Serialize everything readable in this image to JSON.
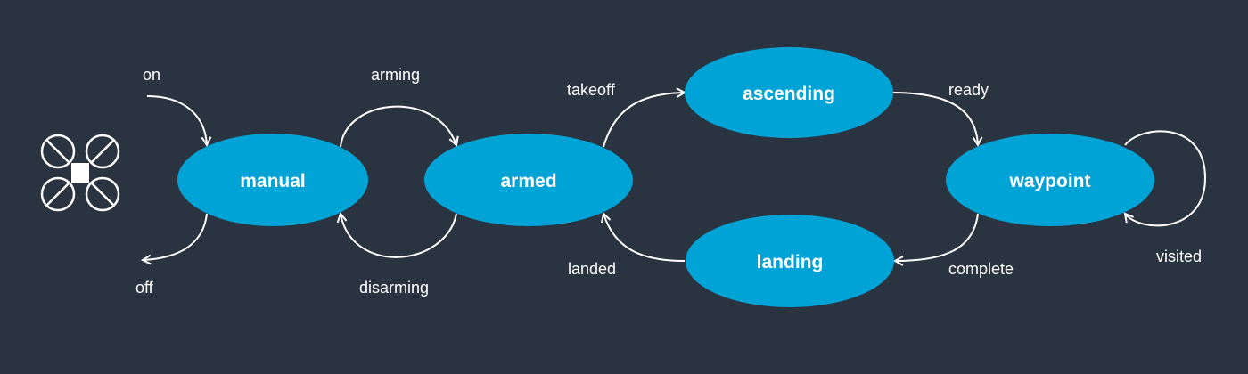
{
  "colors": {
    "background": "#2a3440",
    "state_fill": "#00a3d6",
    "state_text": "#ffffff",
    "edge": "#ffffff"
  },
  "icon": "quadcopter-drone-icon",
  "states": {
    "manual": "manual",
    "armed": "armed",
    "ascending": "ascending",
    "waypoint": "waypoint",
    "landing": "landing"
  },
  "transitions": {
    "on": "on",
    "off": "off",
    "arming": "arming",
    "disarming": "disarming",
    "takeoff": "takeoff",
    "ready": "ready",
    "visited": "visited",
    "complete": "complete",
    "landed": "landed"
  }
}
